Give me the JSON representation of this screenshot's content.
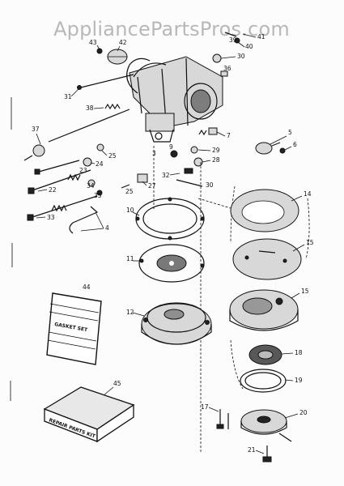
{
  "watermark": "AppliancePartsPros.com",
  "kit_labels": {
    "gasket_set": "GASKET SET",
    "repair_kit": "REPAIR PARTS KIT"
  },
  "callouts": [
    {
      "id": "c43",
      "text": "43"
    },
    {
      "id": "c42",
      "text": "42"
    },
    {
      "id": "c41",
      "text": "41"
    },
    {
      "id": "c40",
      "text": "40"
    },
    {
      "id": "c39",
      "text": "39"
    },
    {
      "id": "c30a",
      "text": "30"
    },
    {
      "id": "c36a",
      "text": "36"
    },
    {
      "id": "c31",
      "text": "31"
    },
    {
      "id": "c38",
      "text": "38"
    },
    {
      "id": "c37",
      "text": "37"
    },
    {
      "id": "c7",
      "text": "7"
    },
    {
      "id": "c5",
      "text": "5"
    },
    {
      "id": "c6",
      "text": "6"
    },
    {
      "id": "c29",
      "text": "29"
    },
    {
      "id": "c28",
      "text": "28"
    },
    {
      "id": "c25a",
      "text": "25"
    },
    {
      "id": "c24",
      "text": "24"
    },
    {
      "id": "c23",
      "text": "23"
    },
    {
      "id": "c22",
      "text": "22"
    },
    {
      "id": "c32",
      "text": "32"
    },
    {
      "id": "c30b",
      "text": "30"
    },
    {
      "id": "c34",
      "text": "34"
    },
    {
      "id": "c35",
      "text": "35"
    },
    {
      "id": "c25b",
      "text": "25"
    },
    {
      "id": "c27",
      "text": "27"
    },
    {
      "id": "c33",
      "text": "33"
    },
    {
      "id": "c4",
      "text": "4"
    },
    {
      "id": "c10",
      "text": "10"
    },
    {
      "id": "c14",
      "text": "14"
    },
    {
      "id": "c15a",
      "text": "15"
    },
    {
      "id": "c11",
      "text": "11"
    },
    {
      "id": "c44",
      "text": "44"
    },
    {
      "id": "c12",
      "text": "12"
    },
    {
      "id": "c15b",
      "text": "15"
    },
    {
      "id": "c18",
      "text": "18"
    },
    {
      "id": "c19",
      "text": "19"
    },
    {
      "id": "c45",
      "text": "45"
    },
    {
      "id": "c17",
      "text": "17"
    },
    {
      "id": "c20",
      "text": "20"
    },
    {
      "id": "c21",
      "text": "21"
    },
    {
      "id": "c3",
      "text": "3"
    },
    {
      "id": "c9",
      "text": "9"
    }
  ]
}
